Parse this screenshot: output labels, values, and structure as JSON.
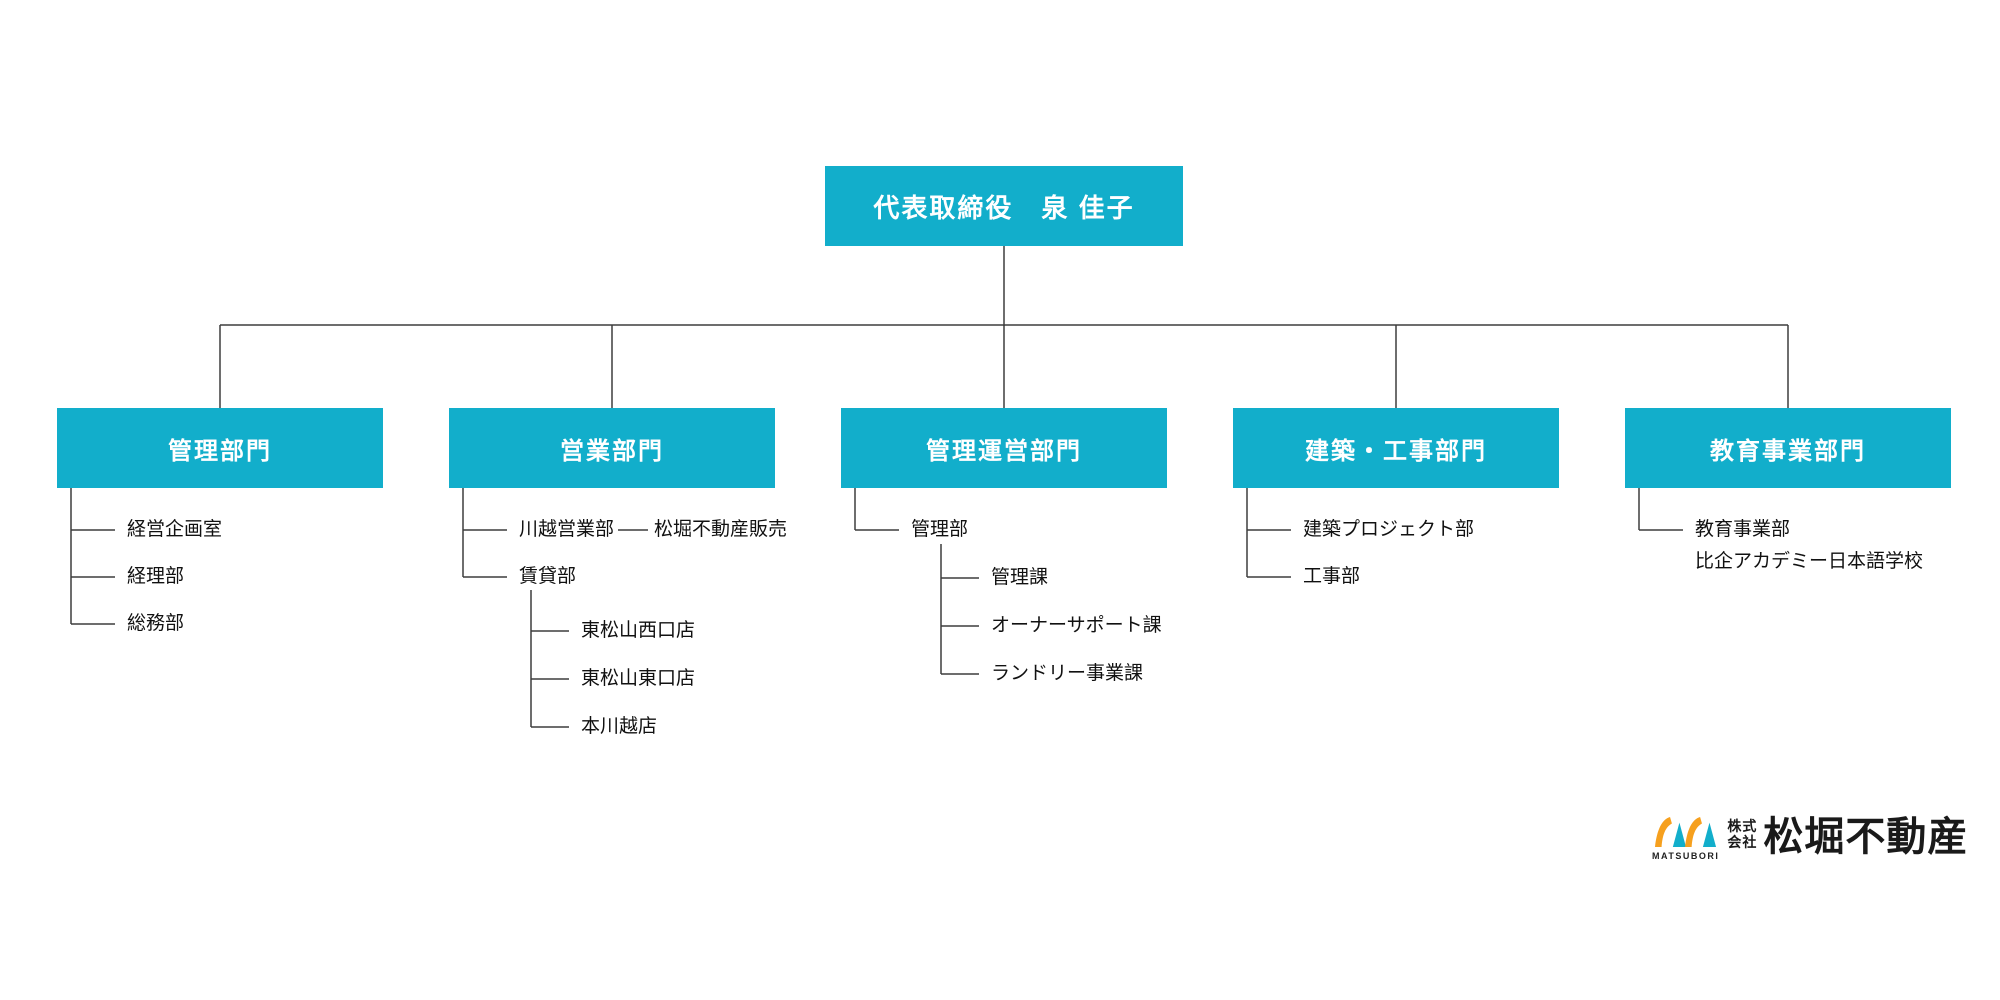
{
  "root": {
    "label": "代表取締役　泉 佳子"
  },
  "departments": [
    {
      "label": "管理部門",
      "children": [
        {
          "label": "経営企画室"
        },
        {
          "label": "経理部"
        },
        {
          "label": "総務部"
        }
      ]
    },
    {
      "label": "営業部門",
      "children": [
        {
          "label": "川越営業部",
          "linked": "松堀不動産販売"
        },
        {
          "label": "賃貸部",
          "children": [
            {
              "label": "東松山西口店"
            },
            {
              "label": "東松山東口店"
            },
            {
              "label": "本川越店"
            }
          ]
        }
      ]
    },
    {
      "label": "管理運営部門",
      "children": [
        {
          "label": "管理部",
          "children": [
            {
              "label": "管理課"
            },
            {
              "label": "オーナーサポート課"
            },
            {
              "label": "ランドリー事業課"
            }
          ]
        }
      ]
    },
    {
      "label": "建築・工事部門",
      "children": [
        {
          "label": "建築プロジェクト部"
        },
        {
          "label": "工事部"
        }
      ]
    },
    {
      "label": "教育事業部門",
      "children": [
        {
          "label": "教育事業部",
          "label2": "比企アカデミー日本語学校"
        }
      ]
    }
  ],
  "logo": {
    "prefix_line1": "株式",
    "prefix_line2": "会社",
    "company_name": "松堀不動産",
    "romaji": "MATSUBORI"
  },
  "colors": {
    "box_cyan": "#12aecb",
    "line_gray": "#3d3d3d",
    "logo_orange": "#f6a01e",
    "logo_teal": "#12aecb"
  }
}
